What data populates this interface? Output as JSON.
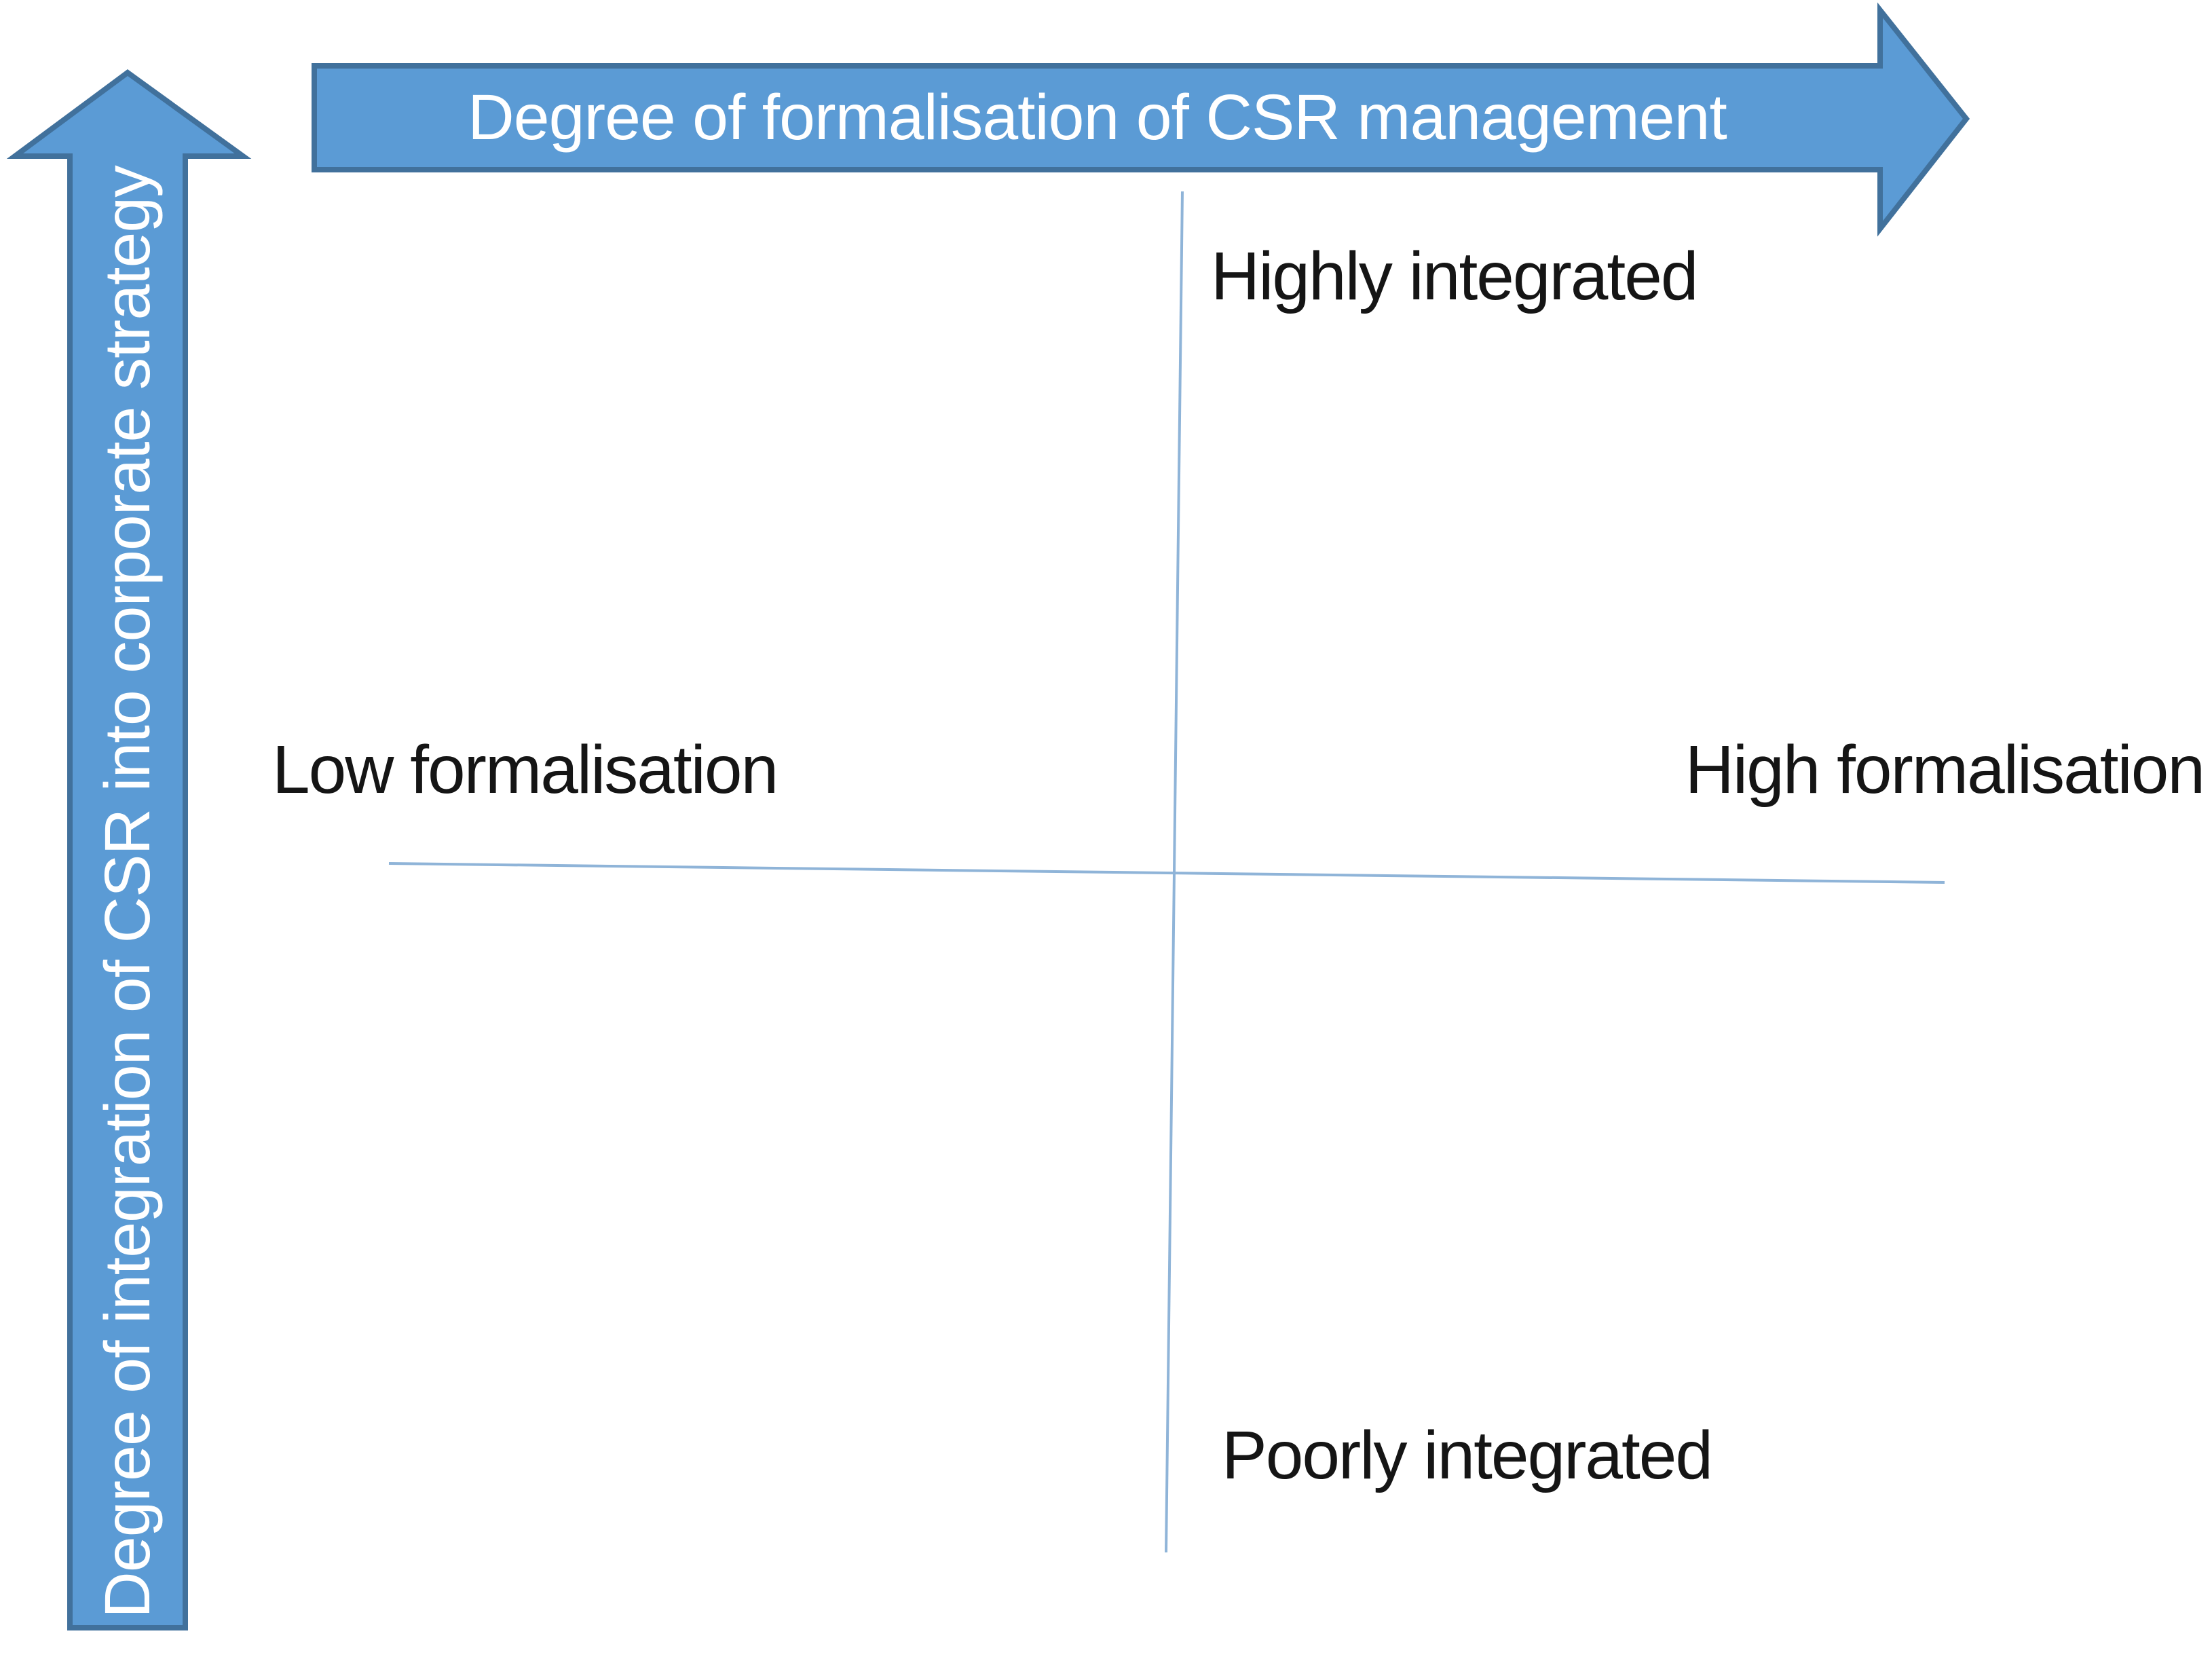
{
  "diagram": {
    "type": "2x2-quadrant-matrix",
    "axes": {
      "horizontal": {
        "label": "Degree of formalisation of CSR management",
        "direction": "right"
      },
      "vertical": {
        "label": "Degree of integration of CSR into corporate strategy",
        "direction": "up"
      }
    },
    "quadrant_labels": {
      "top": "Highly integrated",
      "bottom": "Poorly integrated",
      "left": "Low formalisation",
      "right": "High formalisation"
    }
  },
  "colors": {
    "background": "#ffffff",
    "arrow_fill": "#5b9bd5",
    "arrow_border": "#41719c",
    "crossline": "#8fb4d8",
    "arrow_text": "#ffffff",
    "label_text": "#151515"
  }
}
